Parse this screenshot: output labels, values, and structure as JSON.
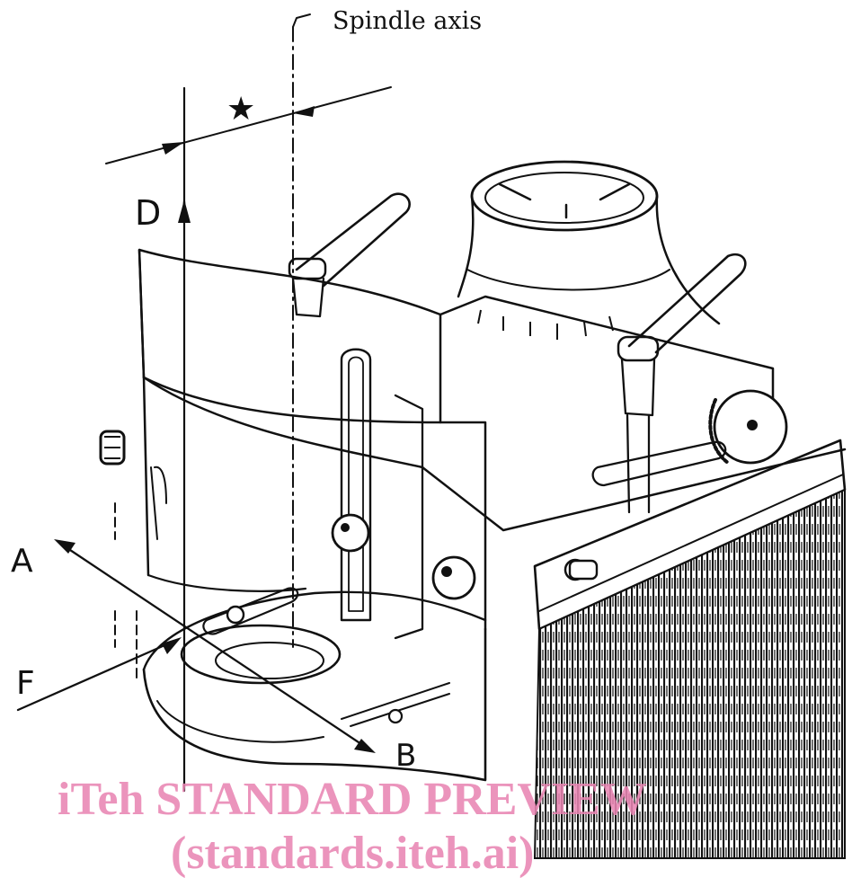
{
  "diagram": {
    "spindle_label": "Spindle axis",
    "star_label": "★",
    "label_d": "D",
    "label_a": "A",
    "label_f": "F",
    "label_b": "B"
  },
  "watermark": {
    "line1": "iTeh STANDARD PREVIEW",
    "line2": "(standards.iteh.ai)",
    "color": "#e986b3"
  }
}
